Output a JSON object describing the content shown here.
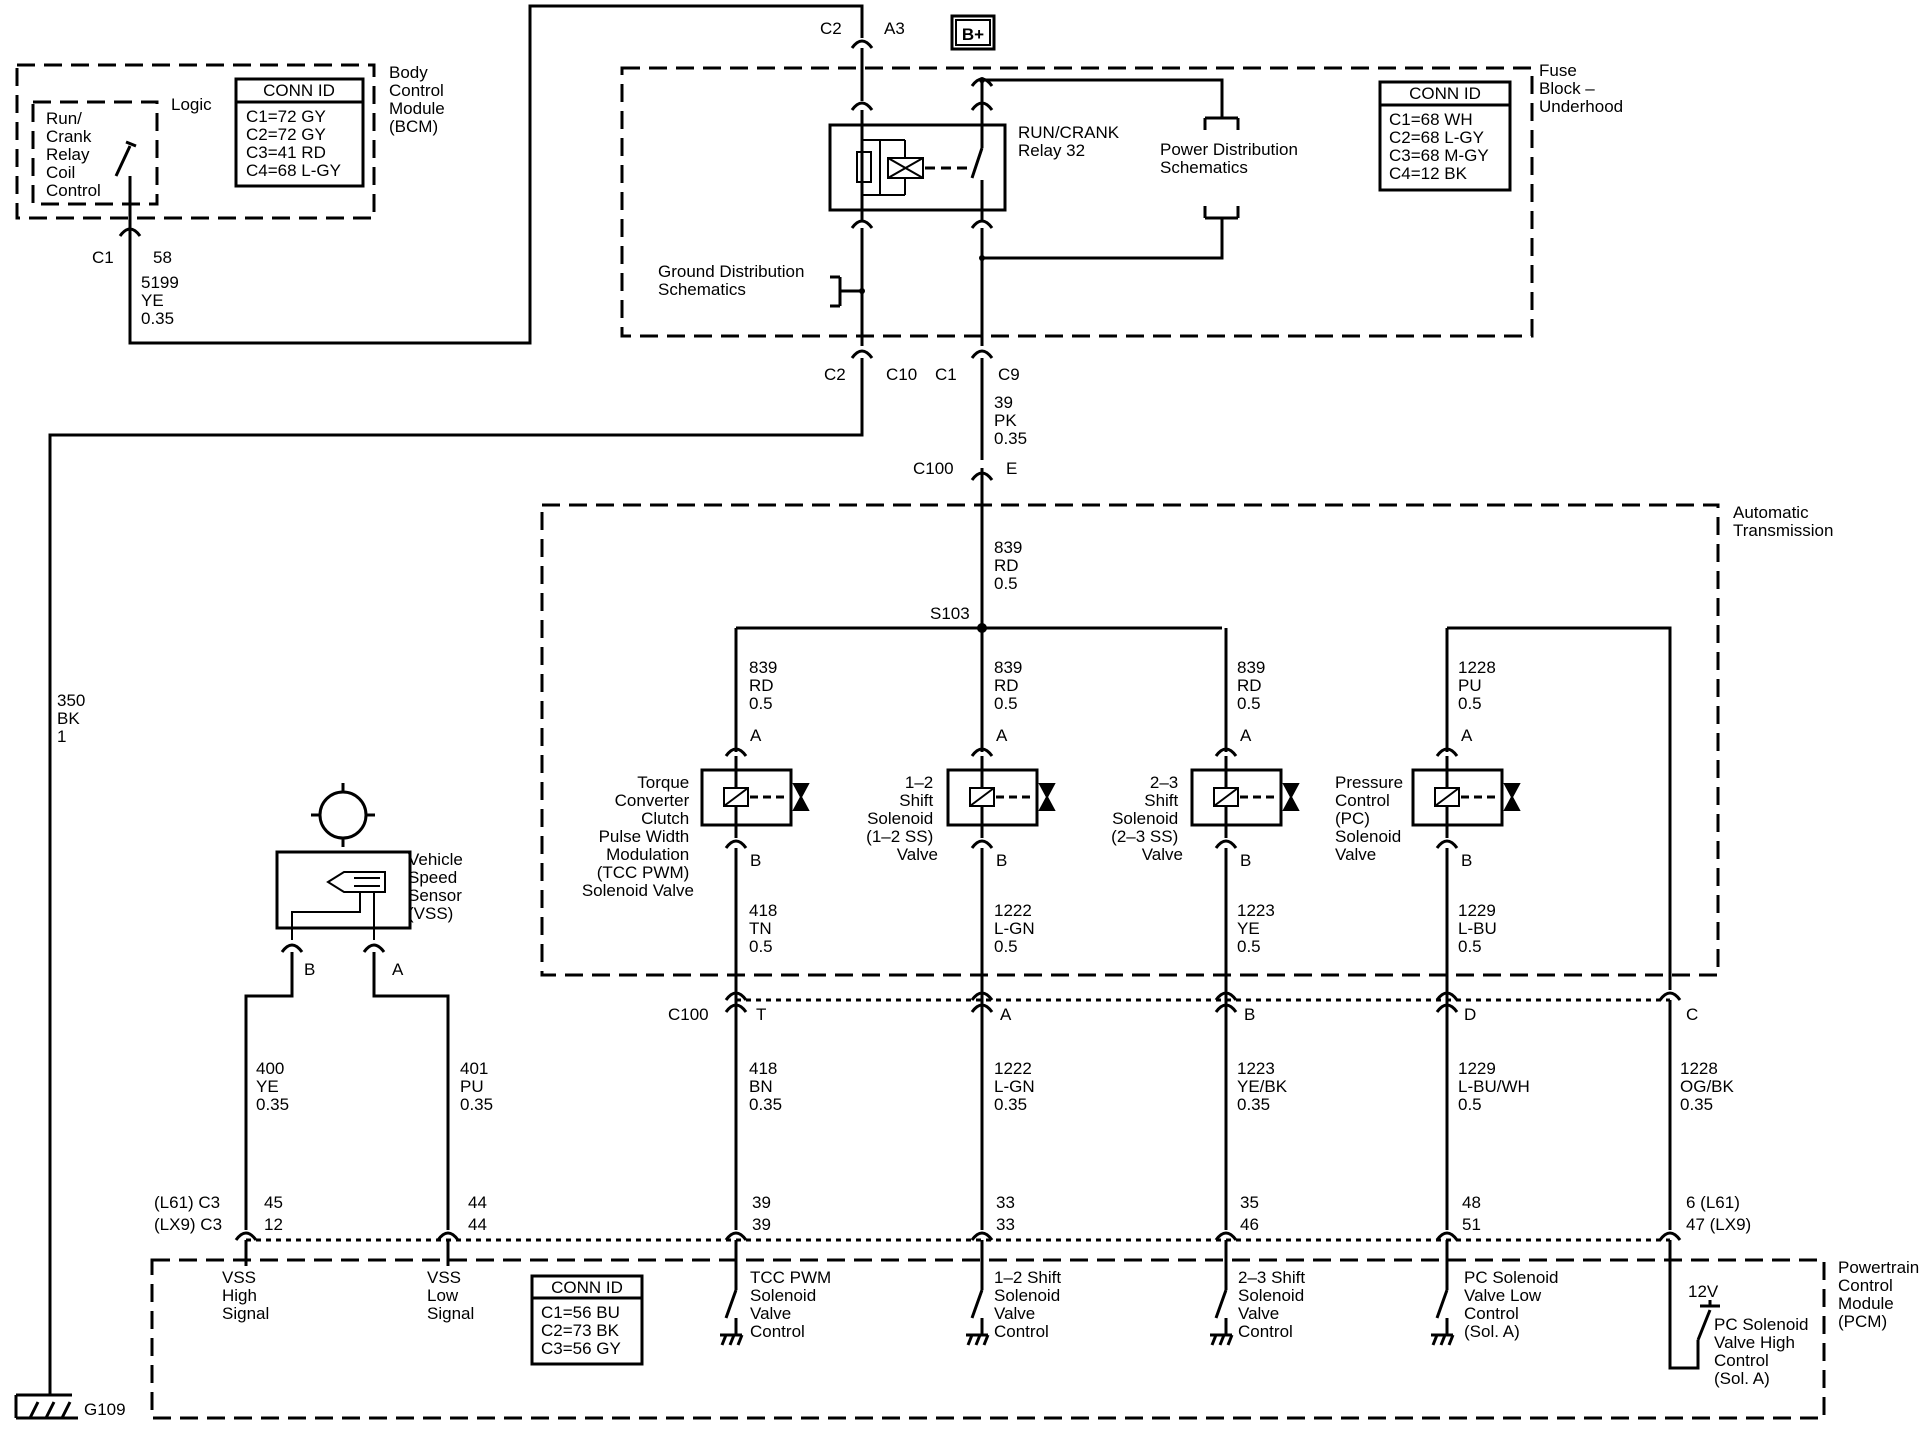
{
  "modules": {
    "bcm": {
      "name": [
        "Body",
        "Control",
        "Module",
        "(BCM)"
      ],
      "logic": "Logic",
      "block": [
        "Run/",
        "Crank",
        "Relay",
        "Coil",
        "Control"
      ]
    },
    "fuse_block": {
      "name": [
        "Fuse",
        "Block –",
        "Underhood"
      ]
    },
    "auto_trans": {
      "name": [
        "Automatic",
        "Transmission"
      ]
    },
    "pcm": {
      "name": [
        "Powertrain",
        "Control",
        "Module",
        "(PCM)"
      ]
    }
  },
  "conn_tables": [
    {
      "title": "CONN ID",
      "rows": [
        "C1=72 GY",
        "C2=72 GY",
        "C3=41 RD",
        "C4=68 L-GY"
      ]
    },
    {
      "title": "CONN ID",
      "rows": [
        "C1=68 WH",
        "C2=68 L-GY",
        "C3=68 M-GY",
        "C4=12 BK"
      ]
    },
    {
      "title": "CONN ID",
      "rows": [
        "C1=56 BU",
        "C2=73 BK",
        "C3=56 GY"
      ]
    }
  ],
  "relay": {
    "name": [
      "RUN/CRANK",
      "Relay 32"
    ]
  },
  "bplus": "B+",
  "refs": {
    "ground_dist": [
      "Ground Distribution",
      "Schematics"
    ],
    "power_dist": [
      "Power Distribution",
      "Schematics"
    ]
  },
  "connectors": {
    "bcm_c1": "C1",
    "bcm_pin": "58",
    "top_c2": "C2",
    "top_a3": "A3",
    "fb_c2": "C2",
    "fb_c10": "C10",
    "fb_c1": "C1",
    "fb_c9": "C9",
    "c100_e": "C100",
    "pin_e": "E",
    "c100_lower": "C100",
    "c100_pins": [
      "T",
      "A",
      "B",
      "D",
      "C"
    ],
    "pcm_conn_l61": "(L61) C3",
    "pcm_conn_lx9": "(LX9) C3",
    "pcm_pins_top": [
      "45",
      "44",
      "39",
      "33",
      "35",
      "48",
      "6 (L61)"
    ],
    "pcm_pins_bot": [
      "12",
      "44",
      "39",
      "33",
      "46",
      "51",
      "47 (LX9)"
    ],
    "vss_pins": [
      "B",
      "A"
    ],
    "solenoid_pin_a": "A",
    "solenoid_pin_b": "B"
  },
  "splice": "S103",
  "ground": "G109",
  "wires": {
    "w5199": [
      "5199",
      "YE",
      "0.35"
    ],
    "w39": [
      "39",
      "PK",
      "0.35"
    ],
    "w350": [
      "350",
      "BK",
      "1"
    ],
    "w839_main": [
      "839",
      "RD",
      "0.5"
    ],
    "w839_1": [
      "839",
      "RD",
      "0.5"
    ],
    "w839_2": [
      "839",
      "RD",
      "0.5"
    ],
    "w839_3": [
      "839",
      "RD",
      "0.5"
    ],
    "w1228_up": [
      "1228",
      "PU",
      "0.5"
    ],
    "w418_in": [
      "418",
      "TN",
      "0.5"
    ],
    "w1222_in": [
      "1222",
      "L-GN",
      "0.5"
    ],
    "w1223_in": [
      "1223",
      "YE",
      "0.5"
    ],
    "w1229_in": [
      "1229",
      "L-BU",
      "0.5"
    ],
    "w418_out": [
      "418",
      "BN",
      "0.35"
    ],
    "w1222_out": [
      "1222",
      "L-GN",
      "0.35"
    ],
    "w1223_out": [
      "1223",
      "YE/BK",
      "0.35"
    ],
    "w1229_out": [
      "1229",
      "L-BU/WH",
      "0.5"
    ],
    "w1228_out": [
      "1228",
      "OG/BK",
      "0.35"
    ],
    "w400": [
      "400",
      "YE",
      "0.35"
    ],
    "w401": [
      "401",
      "PU",
      "0.35"
    ]
  },
  "solenoids": [
    [
      "Torque",
      "Converter",
      "Clutch",
      "Pulse Width",
      "Modulation",
      "(TCC PWM)",
      "Solenoid Valve"
    ],
    [
      "1–2",
      "Shift",
      "Solenoid",
      "(1–2 SS)",
      "Valve"
    ],
    [
      "2–3",
      "Shift",
      "Solenoid",
      "(2–3 SS)",
      "Valve"
    ],
    [
      "Pressure",
      "Control",
      "(PC)",
      "Solenoid",
      "Valve"
    ]
  ],
  "vss": {
    "name": [
      "Vehicle",
      "Speed",
      "Sensor",
      "(VSS)"
    ]
  },
  "pcm_labels": {
    "vss_high": [
      "VSS",
      "High",
      "Signal"
    ],
    "vss_low": [
      "VSS",
      "Low",
      "Signal"
    ],
    "tcc": [
      "TCC PWM",
      "Solenoid",
      "Valve",
      "Control"
    ],
    "ss12": [
      "1–2 Shift",
      "Solenoid",
      "Valve",
      "Control"
    ],
    "ss23": [
      "2–3 Shift",
      "Solenoid",
      "Valve",
      "Control"
    ],
    "pc_low": [
      "PC Solenoid",
      "Valve Low",
      "Control",
      "(Sol. A)"
    ],
    "pc_high": [
      "PC Solenoid",
      "Valve High",
      "Control",
      "(Sol. A)"
    ],
    "v12": "12V"
  }
}
